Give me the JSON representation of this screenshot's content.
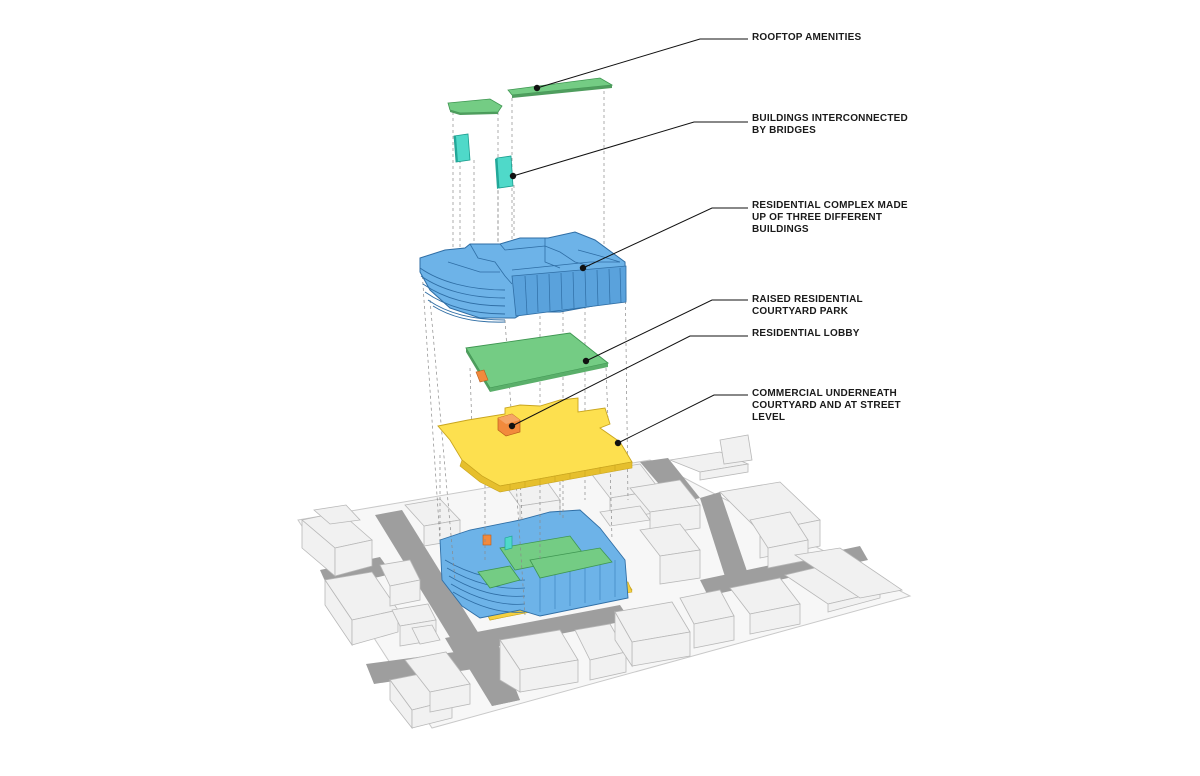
{
  "labels": {
    "rooftop": [
      "ROOFTOP AMENITIES"
    ],
    "bridges": [
      "BUILDINGS INTERCONNECTED",
      "BY BRIDGES"
    ],
    "complex": [
      "RESIDENTIAL COMPLEX MADE",
      "UP OF THREE DIFFERENT",
      "BUILDINGS"
    ],
    "park": [
      "RAISED RESIDENTIAL",
      "COURTYARD PARK"
    ],
    "lobby": [
      "RESIDENTIAL LOBBY"
    ],
    "commercial": [
      "COMMERCIAL UNDERNEATH",
      "COURTYARD AND AT STREET",
      "LEVEL"
    ]
  },
  "colors": {
    "residential": "#6db3e8",
    "residential_dark": "#3f86c2",
    "park": "#74cc84",
    "bridge": "#4fd9c9",
    "lobby": "#f28a3c",
    "commercial": "#fde04f",
    "commercial_dark": "#e6bf2d",
    "context": "#f2f2f2",
    "street": "#9e9e9e",
    "leader": "#111111"
  }
}
